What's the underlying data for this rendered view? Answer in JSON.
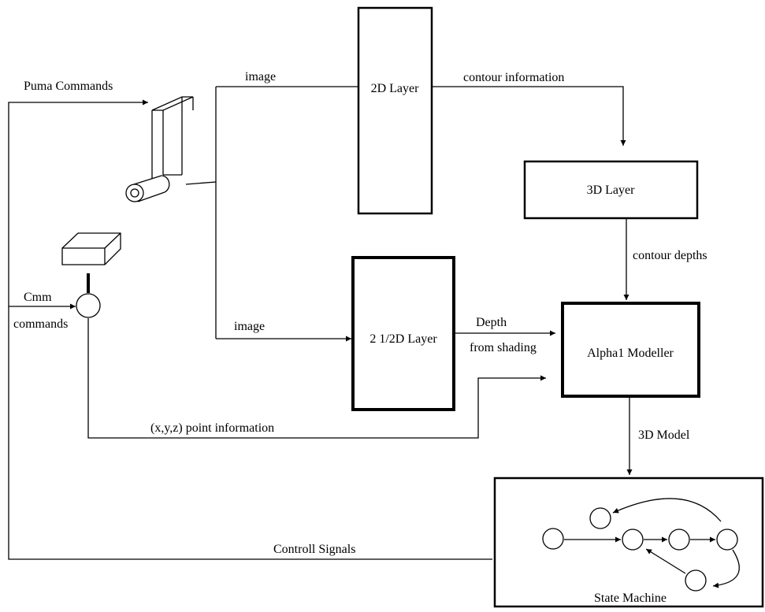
{
  "labels": {
    "puma_commands": "Puma Commands",
    "image_top": "image",
    "layer_2d": "2D Layer",
    "contour_information": "contour information",
    "layer_3d": "3D Layer",
    "contour_depths": "contour depths",
    "cmm": "Cmm",
    "commands": "commands",
    "image_bottom": "image",
    "layer_2_5d": "2 1/2D Layer",
    "depth": "Depth",
    "from_shading": "from shading",
    "alpha1_modeller": "Alpha1 Modeller",
    "point_information": "(x,y,z) point information",
    "model_3d": "3D Model",
    "controll_signals": "Controll Signals",
    "state_machine": "State Machine"
  }
}
